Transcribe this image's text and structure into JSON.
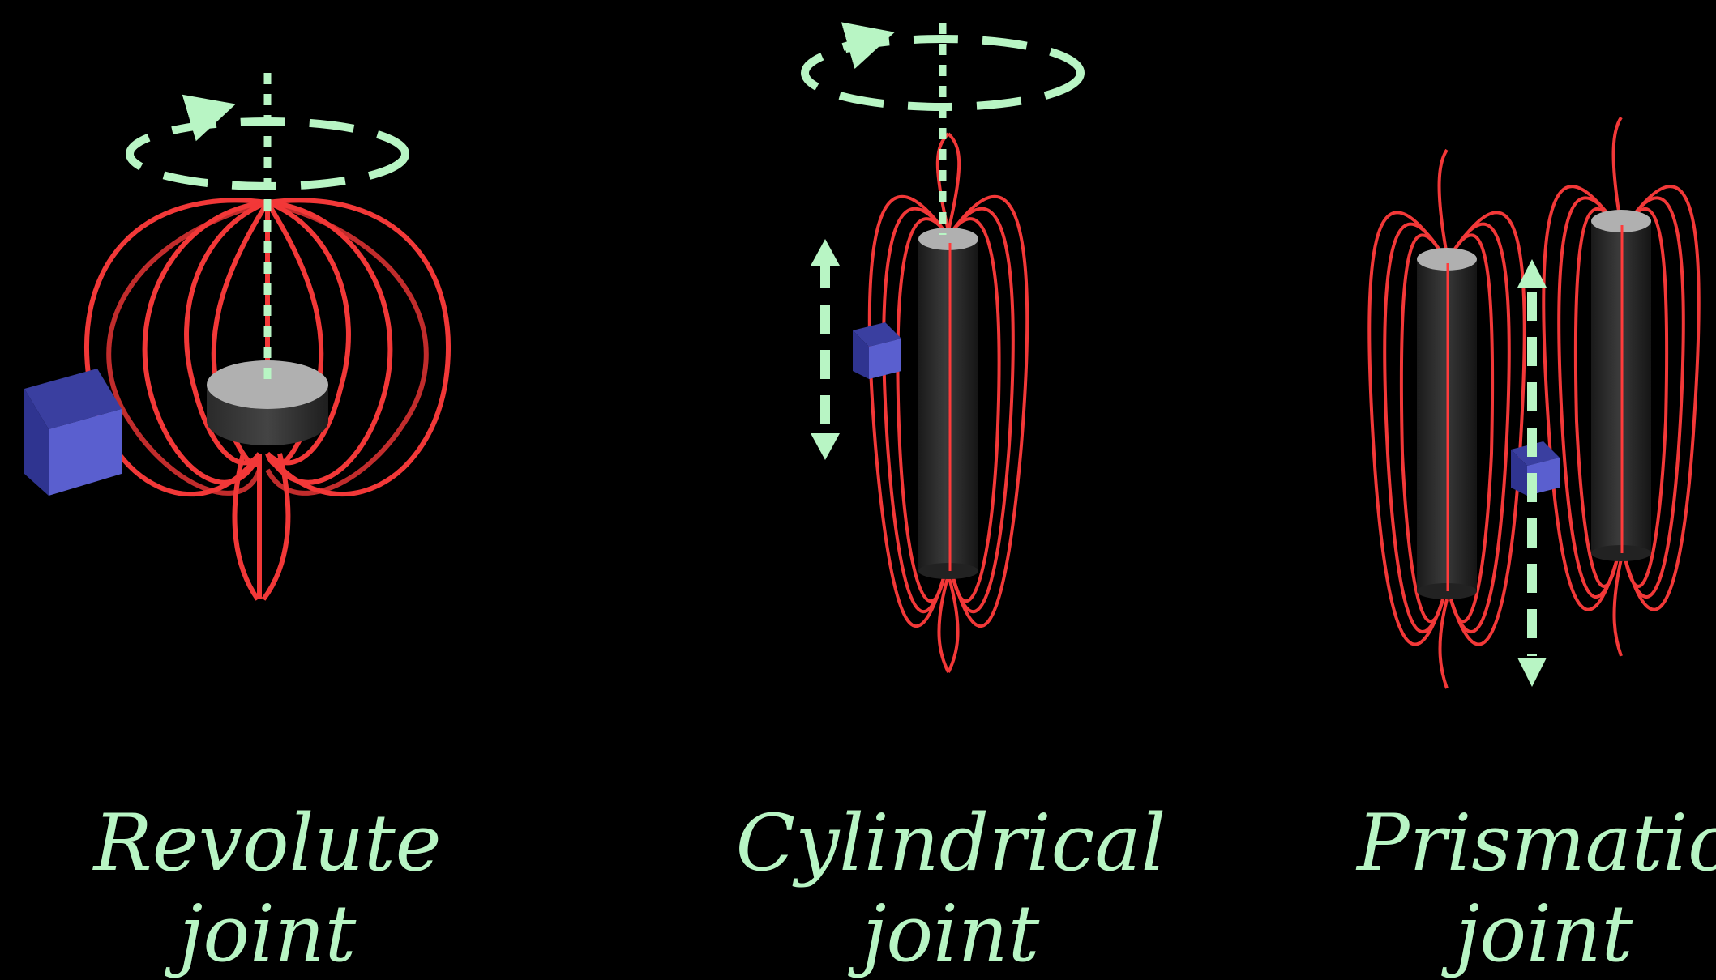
{
  "joints": [
    {
      "id": "revolute",
      "line1": "Revolute",
      "line2": "joint"
    },
    {
      "id": "cylindrical",
      "line1": "Cylindrical",
      "line2": "joint"
    },
    {
      "id": "prismatic",
      "line1": "Prismatic",
      "line2": "joint"
    }
  ],
  "colors": {
    "background": "#000000",
    "field_line": "#ff3b3b",
    "motion_arrow": "#b8f5c4",
    "cube": "#5a5fcf",
    "magnet_dark": "#2a2a2a",
    "magnet_top": "#b0b0b0"
  }
}
